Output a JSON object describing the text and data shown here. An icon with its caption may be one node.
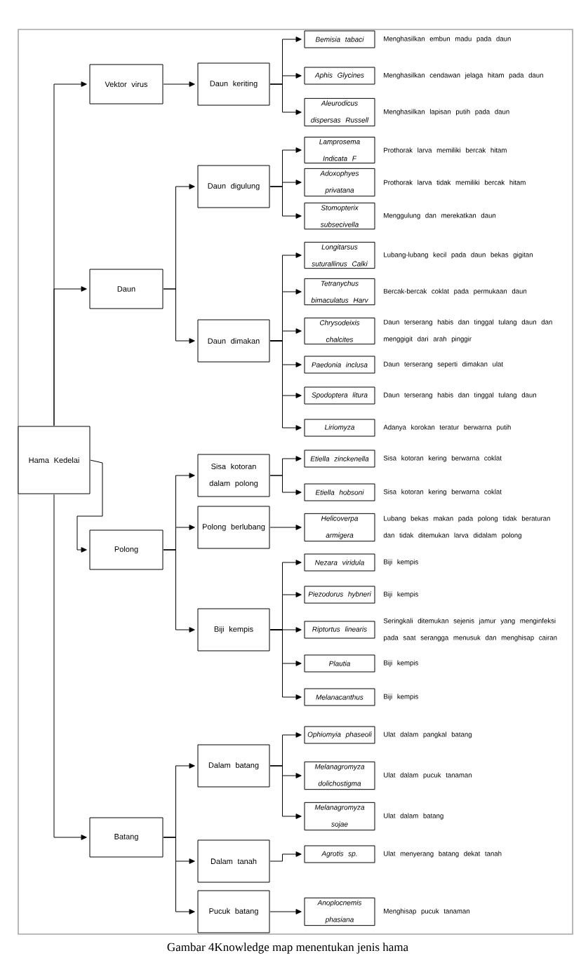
{
  "diagram": {
    "caption": "Gambar 4Knowledge map menentukan jenis hama",
    "nodes": [
      {
        "text": [
          "Hama Kedelai"
        ]
      },
      {
        "text": [
          "Vektor virus"
        ]
      },
      {
        "text": [
          "Daun keriting"
        ]
      },
      {
        "text": [
          "Bemisia tabaci"
        ],
        "beside": [
          "Menghasilkan embun madu pada daun"
        ]
      },
      {
        "text": [
          "Aphis Glycines"
        ],
        "beside": [
          "Menghasilkan cendawan jelaga hitam pada daun"
        ]
      },
      {
        "text": [
          "Aleurodicus dispersas Russell"
        ],
        "beside": [
          "Menghasilkan lapisan putih pada daun"
        ]
      },
      {
        "text": [
          "Daun"
        ]
      },
      {
        "text": [
          "Daun digulung"
        ]
      },
      {
        "text": [
          "Lamprosema Indicata F"
        ],
        "beside": [
          "Prothorak larva memiliki bercak hitam"
        ]
      },
      {
        "text": [
          "Adoxophyes privatana"
        ],
        "beside": [
          "Prothorak larva tidak memiliki bercak hitam"
        ]
      },
      {
        "text": [
          "Stomopterix subsecivella"
        ],
        "beside": [
          "Menggulung dan merekatkan daun"
        ]
      },
      {
        "text": [
          "Daun dimakan"
        ]
      },
      {
        "text": [
          "Longitarsus suturallinus Calki"
        ],
        "beside": [
          "Lubang-lubang kecil pada daun bekas gigitan"
        ]
      },
      {
        "text": [
          "Tetranychus bimaculatus Harv"
        ],
        "beside": [
          "Bercak-bercak coklat pada permukaan daun"
        ]
      },
      {
        "text": [
          "Chrysodeixis chalcites"
        ],
        "beside": [
          "Daun terserang habis dan tinggal tulang daun dan menggigit dari arah pinggir"
        ]
      },
      {
        "text": [
          "Paedonia inclusa"
        ],
        "beside": [
          "Daun terserang seperti dimakan ulat"
        ]
      },
      {
        "text": [
          "Spodoptera litura"
        ],
        "beside": [
          "Daun terserang habis dan tinggal tulang daun"
        ]
      },
      {
        "text": [
          "Liriomyza"
        ],
        "beside": [
          "Adanya korokan teratur berwarna putih"
        ]
      },
      {
        "text": [
          "Polong"
        ]
      },
      {
        "text": [
          "Sisa kotoran dalam polong"
        ]
      },
      {
        "text": [
          "Etiella zinckenella"
        ],
        "beside": [
          "Sisa kotoran kering berwarna coklat"
        ]
      },
      {
        "text": [
          "Etiella hobsoni"
        ],
        "beside": [
          "Sisa kotoran kering berwarna coklat"
        ]
      },
      {
        "text": [
          "Polong berlubang"
        ]
      },
      {
        "text": [
          "Helicoverpa armigera"
        ],
        "beside": [
          "Lubang bekas makan pada polong tidak beraturan dan tidak ditemukan larva didalam polong"
        ]
      },
      {
        "text": [
          "Biji kempis"
        ]
      },
      {
        "text": [
          "Nezara viridula"
        ],
        "beside": [
          "Biji kempis"
        ]
      },
      {
        "text": [
          "Piezodorus hybneri"
        ],
        "beside": [
          "Biji kempis"
        ]
      },
      {
        "text": [
          "Riptortus linearis"
        ],
        "beside": [
          "Seringkali ditemukan sejenis jamur yang menginfeksi pada saat serangga menusuk dan menghisap cairan"
        ]
      },
      {
        "text": [
          "Plautia"
        ],
        "beside": [
          "Biji kempis"
        ]
      },
      {
        "text": [
          "Melanacanthus"
        ],
        "beside": [
          "Biji kempis"
        ]
      },
      {
        "text": [
          "Batang"
        ]
      },
      {
        "text": [
          "Dalam batang"
        ]
      },
      {
        "text": [
          "Ophiomyia phaseoli"
        ],
        "beside": [
          "Ulat dalam pangkal batang"
        ]
      },
      {
        "text": [
          "Melanagromyza dolichostigma"
        ],
        "beside": [
          "Ulat dalam pucuk tanaman"
        ]
      },
      {
        "text": [
          "Melanagromyza sojae"
        ],
        "beside": [
          "Ulat dalam batang"
        ]
      },
      {
        "text": [
          "Dalam tanah"
        ]
      },
      {
        "text": [
          "Agrotis sp."
        ],
        "beside": [
          "Ulat menyerang batang dekat tanah"
        ]
      },
      {
        "text": [
          "Pucuk batang"
        ]
      },
      {
        "text": [
          "Anoplocnemis phasiana"
        ],
        "beside": [
          "Menghisap pucuk tanaman"
        ]
      }
    ],
    "edges": [
      {
        "from": 0,
        "to": 1,
        "arrow": "to"
      },
      {
        "from": 1,
        "to": 2,
        "arrow": "to"
      },
      {
        "from": 2,
        "to": 3,
        "arrow": "to"
      },
      {
        "from": 2,
        "to": 4,
        "arrow": "to"
      },
      {
        "from": 2,
        "to": 5,
        "arrow": "to"
      },
      {
        "from": 0,
        "to": 6,
        "arrow": "to"
      },
      {
        "from": 6,
        "to": 7,
        "arrow": "to"
      },
      {
        "from": 7,
        "to": 8,
        "arrow": "to"
      },
      {
        "from": 7,
        "to": 9,
        "arrow": "to"
      },
      {
        "from": 7,
        "to": 10,
        "arrow": "to"
      },
      {
        "from": 6,
        "to": 11,
        "arrow": "to"
      },
      {
        "from": 11,
        "to": 12,
        "arrow": "to"
      },
      {
        "from": 11,
        "to": 13,
        "arrow": "to"
      },
      {
        "from": 11,
        "to": 14,
        "arrow": "to"
      },
      {
        "from": 11,
        "to": 15,
        "arrow": "to"
      },
      {
        "from": 11,
        "to": 16,
        "arrow": "to"
      },
      {
        "from": 11,
        "to": 17,
        "arrow": "to"
      },
      {
        "from": 0,
        "to": 18,
        "arrow": "to"
      },
      {
        "from": 18,
        "to": 19,
        "arrow": "to"
      },
      {
        "from": 19,
        "to": 20,
        "arrow": "to"
      },
      {
        "from": 19,
        "to": 21,
        "arrow": "to"
      },
      {
        "from": 18,
        "to": 22,
        "arrow": "to"
      },
      {
        "from": 22,
        "to": 23,
        "arrow": "to"
      },
      {
        "from": 18,
        "to": 24,
        "arrow": "to"
      },
      {
        "from": 24,
        "to": 25,
        "arrow": "to"
      },
      {
        "from": 24,
        "to": 26,
        "arrow": "to"
      },
      {
        "from": 24,
        "to": 27,
        "arrow": "to"
      },
      {
        "from": 24,
        "to": 28,
        "arrow": "to"
      },
      {
        "from": 24,
        "to": 29,
        "arrow": "to"
      },
      {
        "from": 0,
        "to": 30,
        "arrow": "to"
      },
      {
        "from": 30,
        "to": 31,
        "arrow": "to"
      },
      {
        "from": 31,
        "to": 32,
        "arrow": "to"
      },
      {
        "from": 31,
        "to": 33,
        "arrow": "to"
      },
      {
        "from": 31,
        "to": 34,
        "arrow": "to"
      },
      {
        "from": 30,
        "to": 35,
        "arrow": "to"
      },
      {
        "from": 35,
        "to": 36,
        "arrow": "to"
      },
      {
        "from": 30,
        "to": 37,
        "arrow": "to"
      },
      {
        "from": 37,
        "to": 38,
        "arrow": "to"
      }
    ]
  }
}
